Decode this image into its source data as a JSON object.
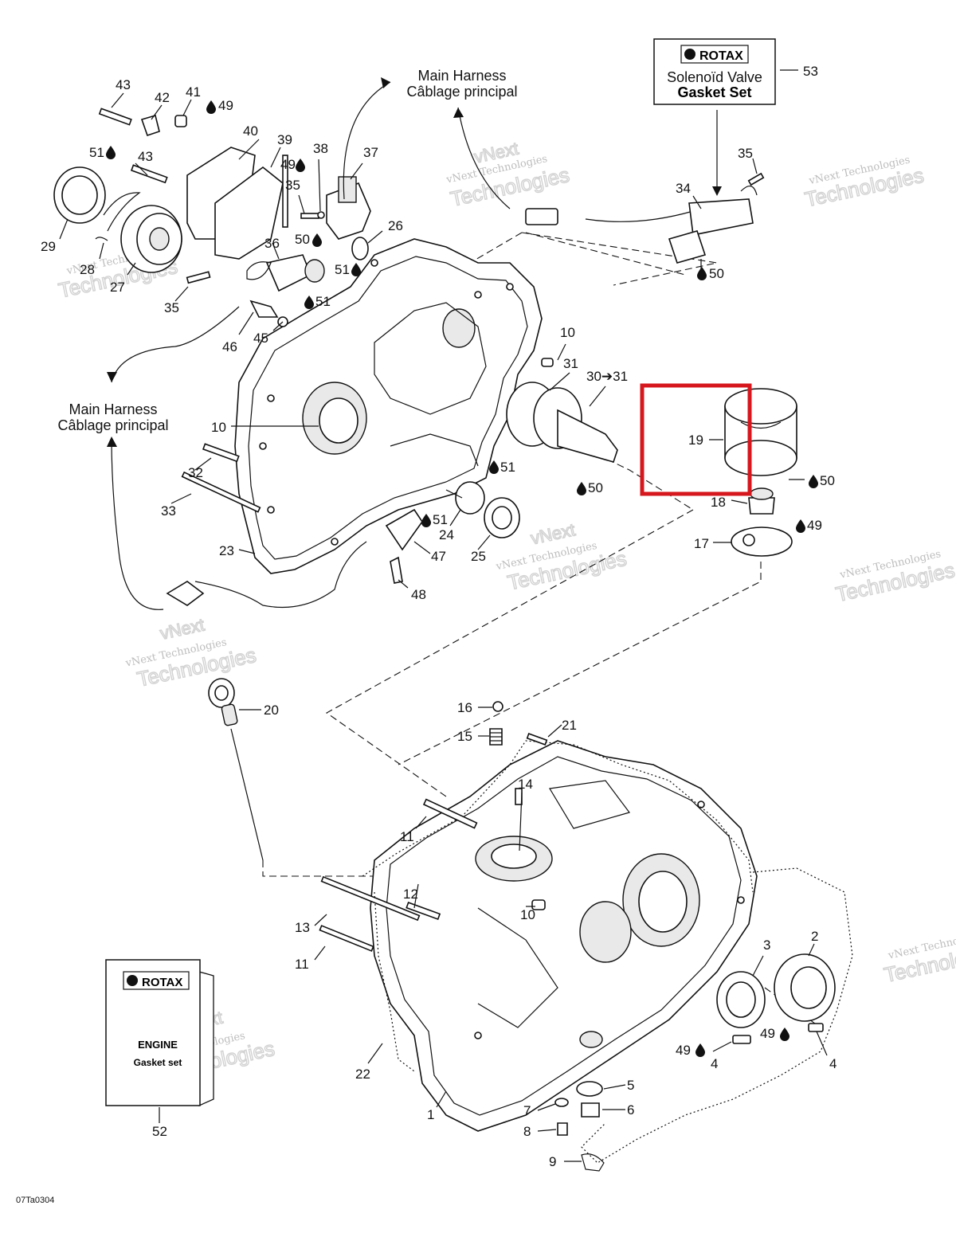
{
  "callouts": {
    "c43a": "43",
    "c42": "42",
    "c41": "41",
    "c49a": "49",
    "c40": "40",
    "c39": "39",
    "c38": "38",
    "c49b": "49",
    "c37": "37",
    "c51a": "51",
    "c43b": "43",
    "c35a": "35",
    "c29": "29",
    "c28": "28",
    "c27": "27",
    "c36": "36",
    "c50a": "50",
    "c26": "26",
    "c51b": "51",
    "c35b": "35",
    "c46": "46",
    "c45": "45",
    "c51c": "51",
    "c10a": "10",
    "c31": "31",
    "c30_31": "30➔31",
    "c19": "19",
    "c50b": "50",
    "c18": "18",
    "c49c": "49",
    "c17": "17",
    "c10b": "10",
    "c32": "32",
    "c33": "33",
    "c51d": "51",
    "c50c": "50",
    "c51e": "51",
    "c24": "24",
    "c25": "25",
    "c23": "23",
    "c47": "47",
    "c48": "48",
    "c53": "53",
    "c35c": "35",
    "c34": "34",
    "c50d": "50",
    "c20": "20",
    "c16": "16",
    "c15": "15",
    "c21": "21",
    "c14": "14",
    "c11a": "11",
    "c12": "12",
    "c10c": "10",
    "c13": "13",
    "c11b": "11",
    "c3": "3",
    "c2": "2",
    "c49d": "49",
    "c49e": "49",
    "c4a": "4",
    "c4b": "4",
    "c22": "22",
    "c5": "5",
    "c6": "6",
    "c7": "7",
    "c8": "8",
    "c1": "1",
    "c9": "9",
    "c52": "52"
  },
  "labels": {
    "harness_top_en": "Main Harness",
    "harness_top_fr": "Câblage principal",
    "harness_left_en": "Main Harness",
    "harness_left_fr": "Câblage principal",
    "solenoid_brand": "ROTAX",
    "solenoid_line1": "Solenoïd Valve",
    "solenoid_line2": "Gasket Set",
    "booklet_brand": "ROTAX",
    "booklet_line1": "ENGINE",
    "booklet_line2": "Gasket set",
    "figure_code": "07Ta0304"
  },
  "watermark": {
    "line1": "vNext",
    "line2": "vNext Technologies",
    "line3": "Technologies"
  },
  "highlight": {
    "part": "19",
    "color": "#d6181e"
  }
}
